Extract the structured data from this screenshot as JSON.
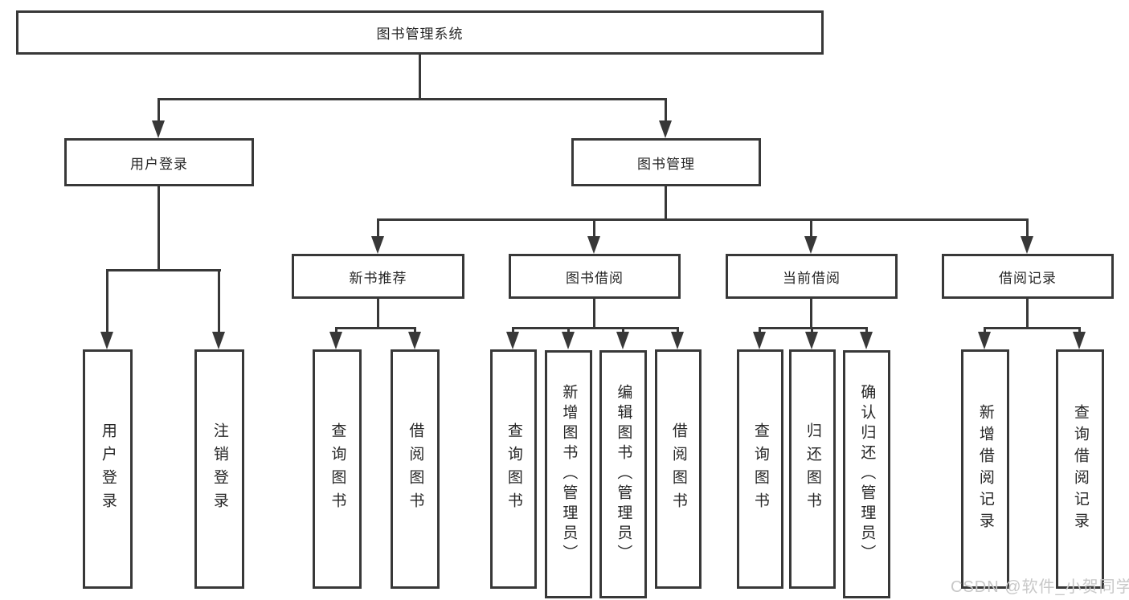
{
  "diagram": {
    "watermark": "CSDN @软件_小贺同学",
    "colors": {
      "line": "#383838",
      "text": "#262626",
      "background": "#ffffff",
      "watermark": "#c8c8c8"
    },
    "nodes": {
      "root": {
        "label": "图书管理系统"
      },
      "level2": [
        {
          "label": "用户登录",
          "parent": "图书管理系统"
        },
        {
          "label": "图书管理",
          "parent": "图书管理系统"
        }
      ],
      "level3": [
        {
          "label": "新书推荐",
          "parent": "图书管理"
        },
        {
          "label": "图书借阅",
          "parent": "图书管理"
        },
        {
          "label": "当前借阅",
          "parent": "图书管理"
        },
        {
          "label": "借阅记录",
          "parent": "图书管理"
        }
      ],
      "leaves": [
        {
          "label": "用户登录",
          "parent": "用户登录"
        },
        {
          "label": "注销登录",
          "parent": "用户登录"
        },
        {
          "label": "查询图书",
          "parent": "新书推荐"
        },
        {
          "label": "借阅图书",
          "parent": "新书推荐"
        },
        {
          "label": "查询图书",
          "parent": "图书借阅"
        },
        {
          "label": "新增图书（管理员）",
          "parent": "图书借阅"
        },
        {
          "label": "编辑图书（管理员）",
          "parent": "图书借阅"
        },
        {
          "label": "借阅图书",
          "parent": "图书借阅"
        },
        {
          "label": "查询图书",
          "parent": "当前借阅"
        },
        {
          "label": "归还图书",
          "parent": "当前借阅"
        },
        {
          "label": "确认归还（管理员）",
          "parent": "当前借阅"
        },
        {
          "label": "新增借阅记录",
          "parent": "借阅记录"
        },
        {
          "label": "查询借阅记录",
          "parent": "借阅记录"
        }
      ]
    }
  }
}
